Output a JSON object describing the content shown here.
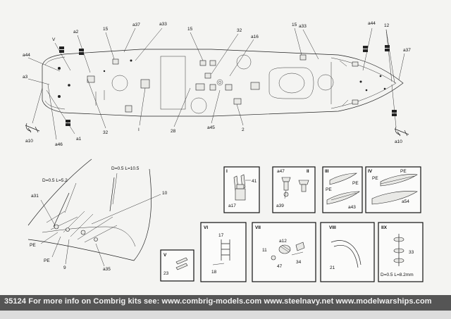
{
  "deck_callouts": {
    "a44_left": "a44",
    "v": "V",
    "a2": "a2",
    "n15_a": "15",
    "a37_a": "a37",
    "a33_a": "a33",
    "n15_b": "15",
    "n32_a": "32",
    "a16": "a16",
    "n15_c": "15",
    "a33_b": "a33",
    "a44_right": "a44",
    "n12": "12",
    "a37_b": "a37",
    "a3": "a3",
    "a10_left": "a10",
    "a46": "a46",
    "a1": "a1",
    "n32_b": "32",
    "roman_i": "I",
    "n28": "28",
    "a45": "a45",
    "n2": "2",
    "a10_right": "a10"
  },
  "bow_detail": {
    "spec_left": "D=0.5 L=5.2",
    "spec_right": "D=0.5 L=10.5",
    "n10": "10",
    "a31": "a31",
    "pe_a": "PE",
    "pe_b": "PE",
    "n9": "9",
    "a35": "a35"
  },
  "panels": {
    "p1": {
      "title": "I",
      "n41": "41",
      "a17": "a17"
    },
    "p2": {
      "title": "II",
      "a47": "a47",
      "a39": "a39"
    },
    "p3": {
      "title": "III",
      "pe_a": "PE",
      "pe_b": "PE",
      "a43": "a43"
    },
    "p4": {
      "title": "IV",
      "pe_a": "PE",
      "pe_b": "PE",
      "a54": "a54"
    },
    "p5": {
      "title": "V",
      "n23": "23"
    },
    "p6": {
      "title": "VI",
      "n17": "17",
      "n18": "18"
    },
    "p7": {
      "title": "VII",
      "a12": "a12",
      "n11": "11",
      "n47": "47",
      "n34": "34"
    },
    "p8": {
      "title": "VIII",
      "n21": "21"
    },
    "p9": {
      "title": "IIX",
      "n33": "33",
      "spec": "D=0.5 L=8.2mm"
    }
  },
  "footer": {
    "text": "35124 For more info on Combrig kits see: www.combrig-models.com  www.steelnavy.net www.modelwarships.com"
  }
}
